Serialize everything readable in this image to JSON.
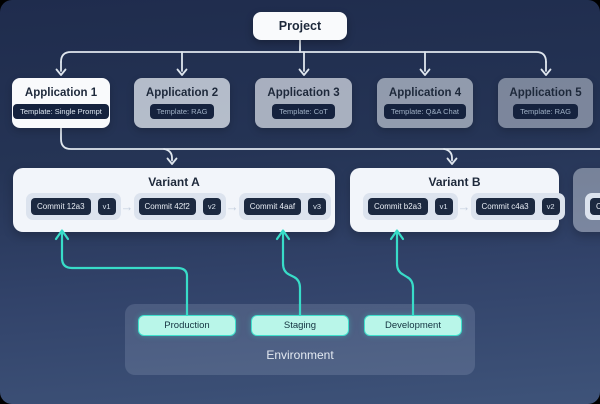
{
  "project": {
    "label": "Project"
  },
  "applications": [
    {
      "title": "Application 1",
      "template": "Template: Single Prompt"
    },
    {
      "title": "Application 2",
      "template": "Template: RAG"
    },
    {
      "title": "Application 3",
      "template": "Template: CoT"
    },
    {
      "title": "Application 4",
      "template": "Template: Q&A Chat"
    },
    {
      "title": "Application 5",
      "template": "Template: RAG"
    }
  ],
  "variants": [
    {
      "title": "Variant A",
      "commits": [
        {
          "label": "Commit 12a3",
          "version": "v1"
        },
        {
          "label": "Commit 42f2",
          "version": "v2"
        },
        {
          "label": "Commit 4aaf",
          "version": "v3"
        }
      ]
    },
    {
      "title": "Variant B",
      "commits": [
        {
          "label": "Commit b2a3",
          "version": "v1"
        },
        {
          "label": "Commit c4a3",
          "version": "v2"
        }
      ]
    },
    {
      "title": "",
      "commits": [
        {
          "label": "Commit",
          "version": ""
        }
      ]
    }
  ],
  "environment": {
    "label": "Environment",
    "buttons": [
      {
        "label": "Production"
      },
      {
        "label": "Staging"
      },
      {
        "label": "Development"
      }
    ]
  },
  "icons": {
    "arrow_right": "→"
  },
  "colors": {
    "teal_connector": "#38dcc8",
    "white_connector": "#dfe6ee",
    "background_top": "#1f2c4d",
    "background_bottom": "#3e5379",
    "env_button_bg": "#b9f6e9",
    "env_button_border": "#3fe0cc",
    "chip_bg": "#1c2940",
    "badge_bg": "#15223e"
  }
}
